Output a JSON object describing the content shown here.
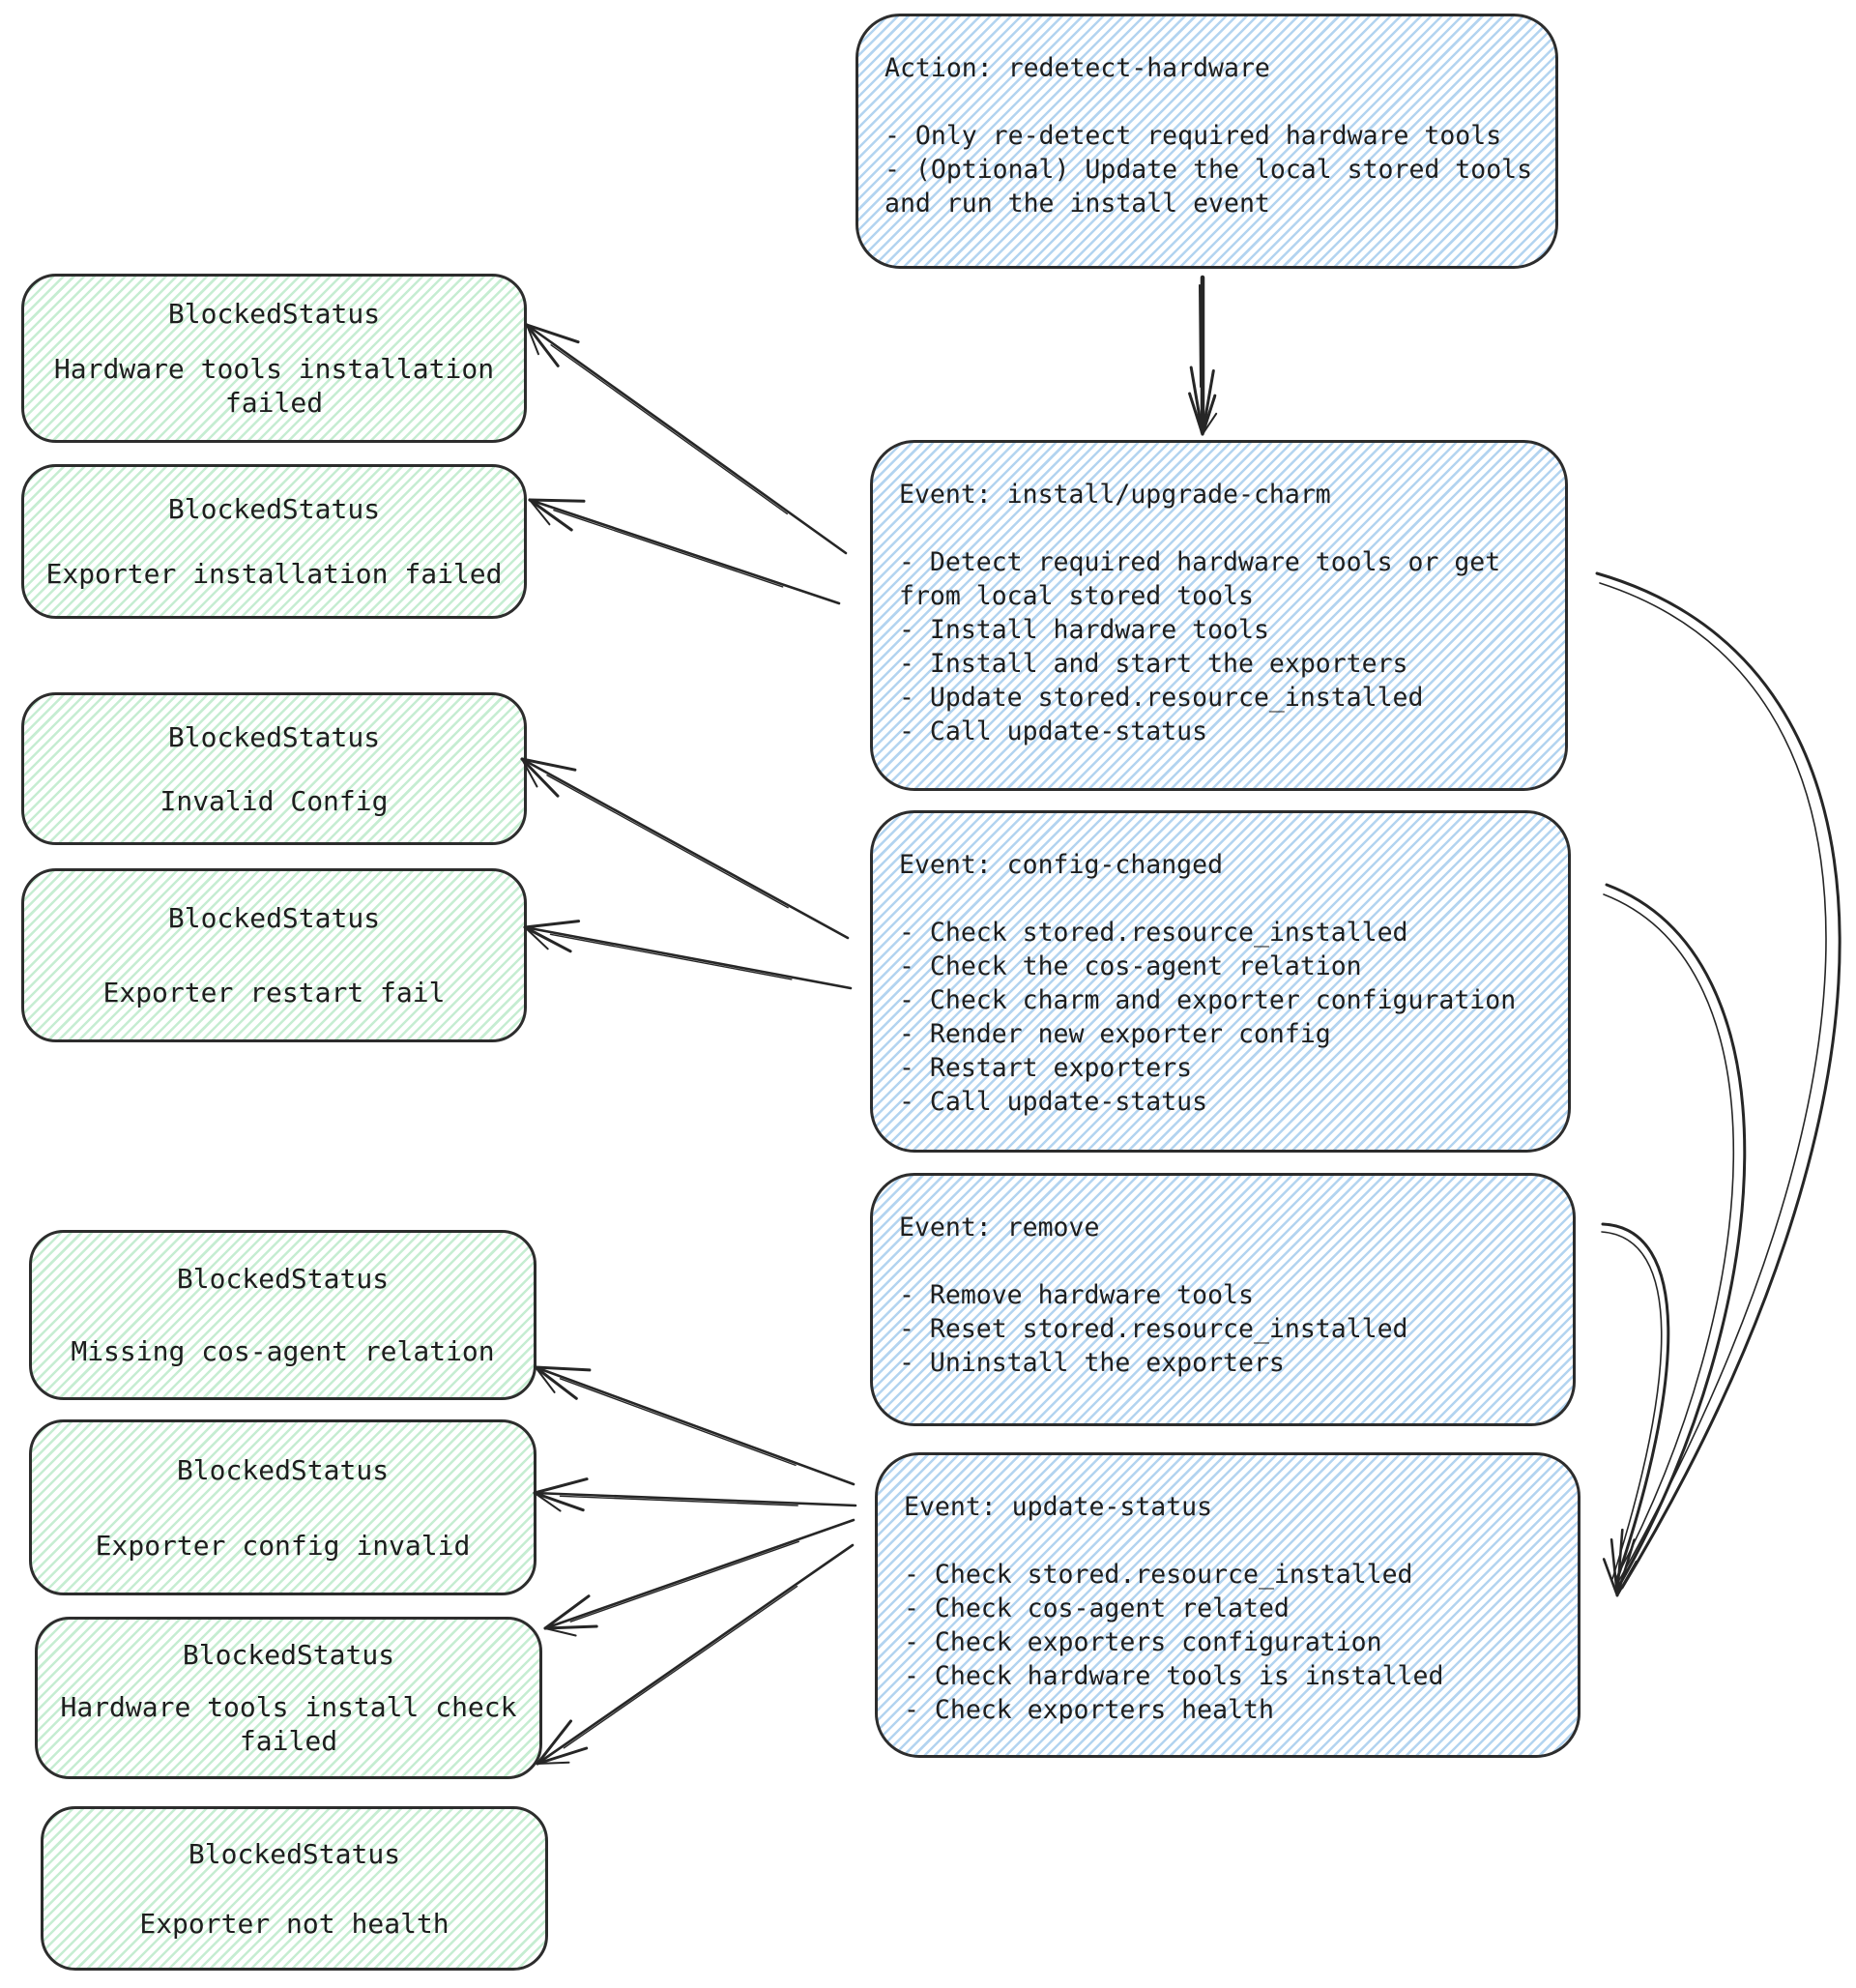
{
  "colors": {
    "event_fill_hatch": "#b3d4f0",
    "status_fill_hatch": "#c6edd2",
    "stroke": "#2d2d2d",
    "arrow": "#262626",
    "text": "#1e1e1e",
    "background": "#ffffff"
  },
  "action_box": {
    "title": "Action: redetect-hardware",
    "bullets": [
      "- Only re-detect required hardware tools",
      "- (Optional) Update the local stored tools and run the install event"
    ]
  },
  "event_boxes": [
    {
      "key": "install-upgrade-charm",
      "title": "Event: install/upgrade-charm",
      "bullets": [
        "- Detect required hardware tools or get from local stored tools",
        "- Install hardware tools",
        "- Install and start the exporters",
        "- Update stored.resource_installed",
        "- Call update-status"
      ]
    },
    {
      "key": "config-changed",
      "title": "Event: config-changed",
      "bullets": [
        "- Check stored.resource_installed",
        "- Check the cos-agent relation",
        "- Check charm and exporter configuration",
        "- Render new exporter config",
        "- Restart exporters",
        "- Call update-status"
      ]
    },
    {
      "key": "remove",
      "title": "Event: remove",
      "bullets": [
        "- Remove hardware tools",
        "- Reset stored.resource_installed",
        "- Uninstall the exporters"
      ]
    },
    {
      "key": "update-status",
      "title": "Event: update-status",
      "bullets": [
        "- Check stored.resource_installed",
        "- Check cos-agent related",
        "- Check exporters configuration",
        "- Check hardware tools is installed",
        "- Check exporters health"
      ]
    }
  ],
  "status_boxes": [
    {
      "title": "BlockedStatus",
      "message": "Hardware tools installation failed"
    },
    {
      "title": "BlockedStatus",
      "message": "Exporter installation failed"
    },
    {
      "title": "BlockedStatus",
      "message": "Invalid Config"
    },
    {
      "title": "BlockedStatus",
      "message": "Exporter restart fail"
    },
    {
      "title": "BlockedStatus",
      "message": "Missing cos-agent relation"
    },
    {
      "title": "BlockedStatus",
      "message": "Exporter config invalid"
    },
    {
      "title": "BlockedStatus",
      "message": "Hardware tools install check failed"
    },
    {
      "title": "BlockedStatus",
      "message": "Exporter not health"
    }
  ],
  "connections": [
    {
      "from": "action-redetect-hardware",
      "to": "event-install-upgrade-charm"
    },
    {
      "from": "event-install-upgrade-charm",
      "to": "blocked-hardware-tools-installation-failed"
    },
    {
      "from": "event-install-upgrade-charm",
      "to": "blocked-exporter-installation-failed"
    },
    {
      "from": "event-config-changed",
      "to": "blocked-invalid-config"
    },
    {
      "from": "event-config-changed",
      "to": "blocked-exporter-restart-fail"
    },
    {
      "from": "event-install-upgrade-charm",
      "to": "event-update-status"
    },
    {
      "from": "event-config-changed",
      "to": "event-update-status"
    },
    {
      "from": "event-remove",
      "to": "event-update-status"
    },
    {
      "from": "event-update-status",
      "to": "blocked-missing-cos-agent-relation"
    },
    {
      "from": "event-update-status",
      "to": "blocked-exporter-config-invalid"
    },
    {
      "from": "event-update-status",
      "to": "blocked-hardware-tools-install-check-failed"
    },
    {
      "from": "event-update-status",
      "to": "blocked-exporter-not-health"
    }
  ]
}
